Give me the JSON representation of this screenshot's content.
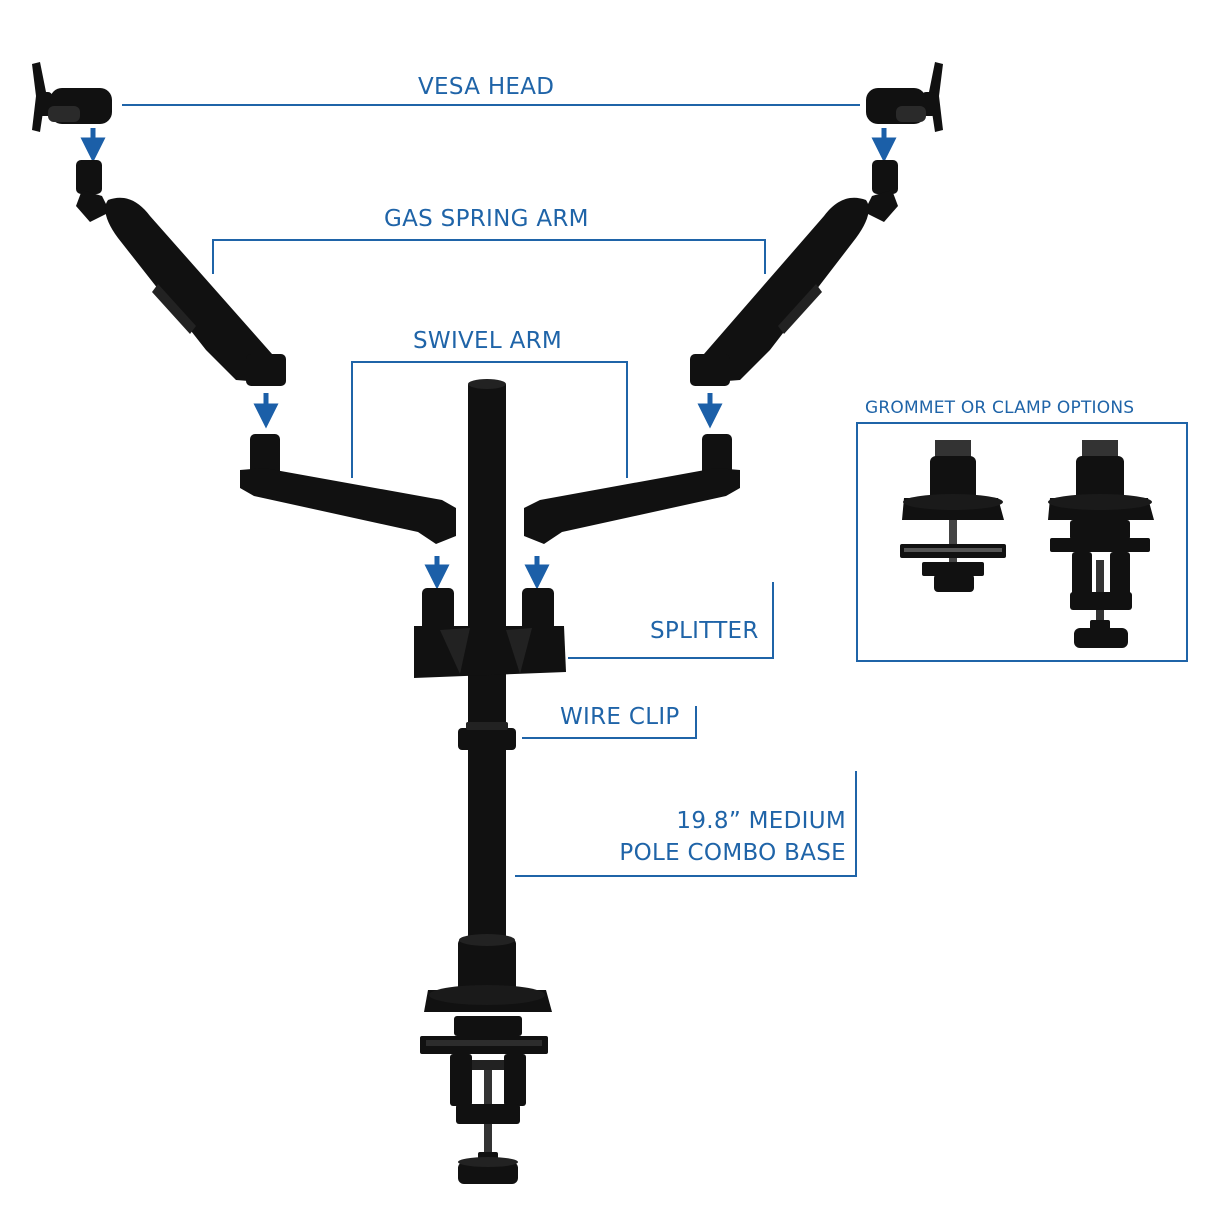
{
  "labels": {
    "vesa_head": "VESA HEAD",
    "gas_spring_arm": "GAS SPRING ARM",
    "swivel_arm": "SWIVEL ARM",
    "splitter": "SPLITTER",
    "wire_clip": "WIRE CLIP",
    "pole_line1": "19.8” MEDIUM",
    "pole_line2": "POLE COMBO BASE",
    "grommet_or_clamp": "GROMMET OR CLAMP OPTIONS"
  },
  "colors": {
    "label_blue": "#1f64a8",
    "arrow_blue": "#1b5fa8",
    "part_black": "#111111"
  }
}
